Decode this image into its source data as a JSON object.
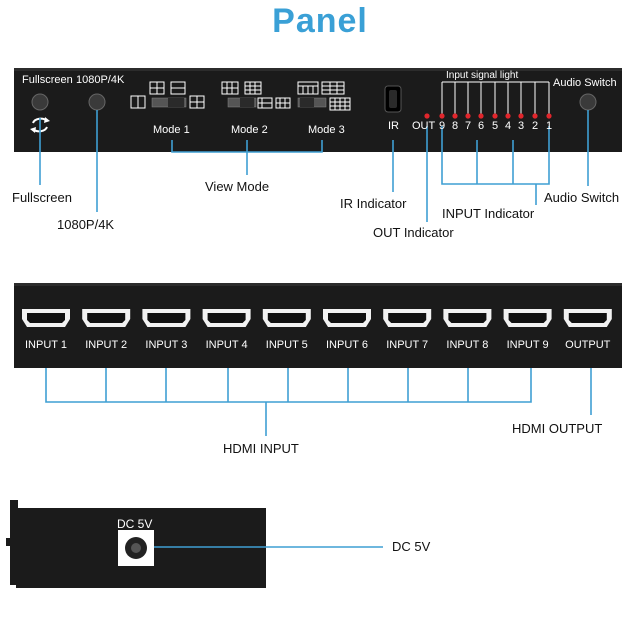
{
  "title": "Panel",
  "panel_top": {
    "fullscreen": "Fullscreen",
    "resolution": "1080P/4K",
    "mode1": "Mode 1",
    "mode2": "Mode 2",
    "mode3": "Mode 3",
    "ir": "IR",
    "out": "OUT",
    "input_signal_light": "Input signal light",
    "audio_switch": "Audio Switch",
    "led_numbers": [
      "9",
      "8",
      "7",
      "6",
      "5",
      "4",
      "3",
      "2",
      "1"
    ]
  },
  "callouts_top": {
    "fullscreen": "Fullscreen",
    "resolution": "1080P/4K",
    "view_mode": "View Mode",
    "ir_indicator": "IR Indicator",
    "out_indicator": "OUT Indicator",
    "input_indicator": "INPUT Indicator",
    "audio_switch": "Audio Switch"
  },
  "panel_ports": {
    "ports": [
      "INPUT 1",
      "INPUT 2",
      "INPUT 3",
      "INPUT 4",
      "INPUT 5",
      "INPUT 6",
      "INPUT 7",
      "INPUT 8",
      "INPUT 9",
      "OUTPUT"
    ]
  },
  "callouts_ports": {
    "hdmi_input": "HDMI INPUT",
    "hdmi_output": "HDMI OUTPUT"
  },
  "panel_dc": {
    "dc_label": "DC 5V"
  },
  "callouts_dc": {
    "dc": "DC 5V"
  },
  "colors": {
    "title": "#3aa0d6",
    "leader": "#3f9fd3",
    "panel": "#1b1b1b",
    "led": "#e0262c"
  }
}
